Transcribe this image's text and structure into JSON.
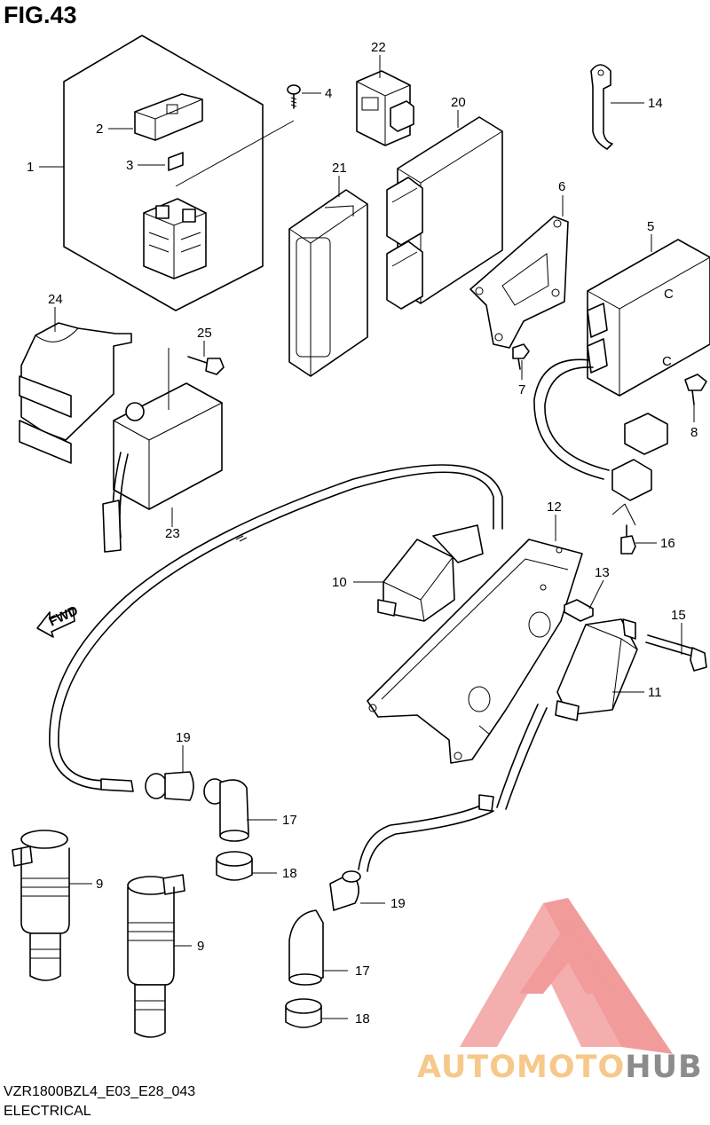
{
  "figure": {
    "title": "FIG.43"
  },
  "callouts": {
    "c1": "1",
    "c2": "2",
    "c3": "3",
    "c4": "4",
    "c5": "5",
    "c6": "6",
    "c7": "7",
    "c8": "8",
    "c9a": "9",
    "c9b": "9",
    "c10": "10",
    "c11": "11",
    "c12": "12",
    "c13": "13",
    "c14": "14",
    "c15": "15",
    "c16": "16",
    "c17a": "17",
    "c17b": "17",
    "c18a": "18",
    "c18b": "18",
    "c19a": "19",
    "c19b": "19",
    "c20": "20",
    "c21": "21",
    "c22": "22",
    "c23": "23",
    "c24": "24",
    "c25": "25"
  },
  "fwd_label": "FWD",
  "footer": {
    "code": "VZR1800BZL4_E03_E28_043",
    "name": "ELECTRICAL"
  },
  "watermark": {
    "part1": "AUTOMOTO",
    "part2": "HUB"
  },
  "colors": {
    "watermark_red": "#f08a8a",
    "watermark_orange": "#f6c88a",
    "watermark_gray": "#8c8c8c"
  }
}
